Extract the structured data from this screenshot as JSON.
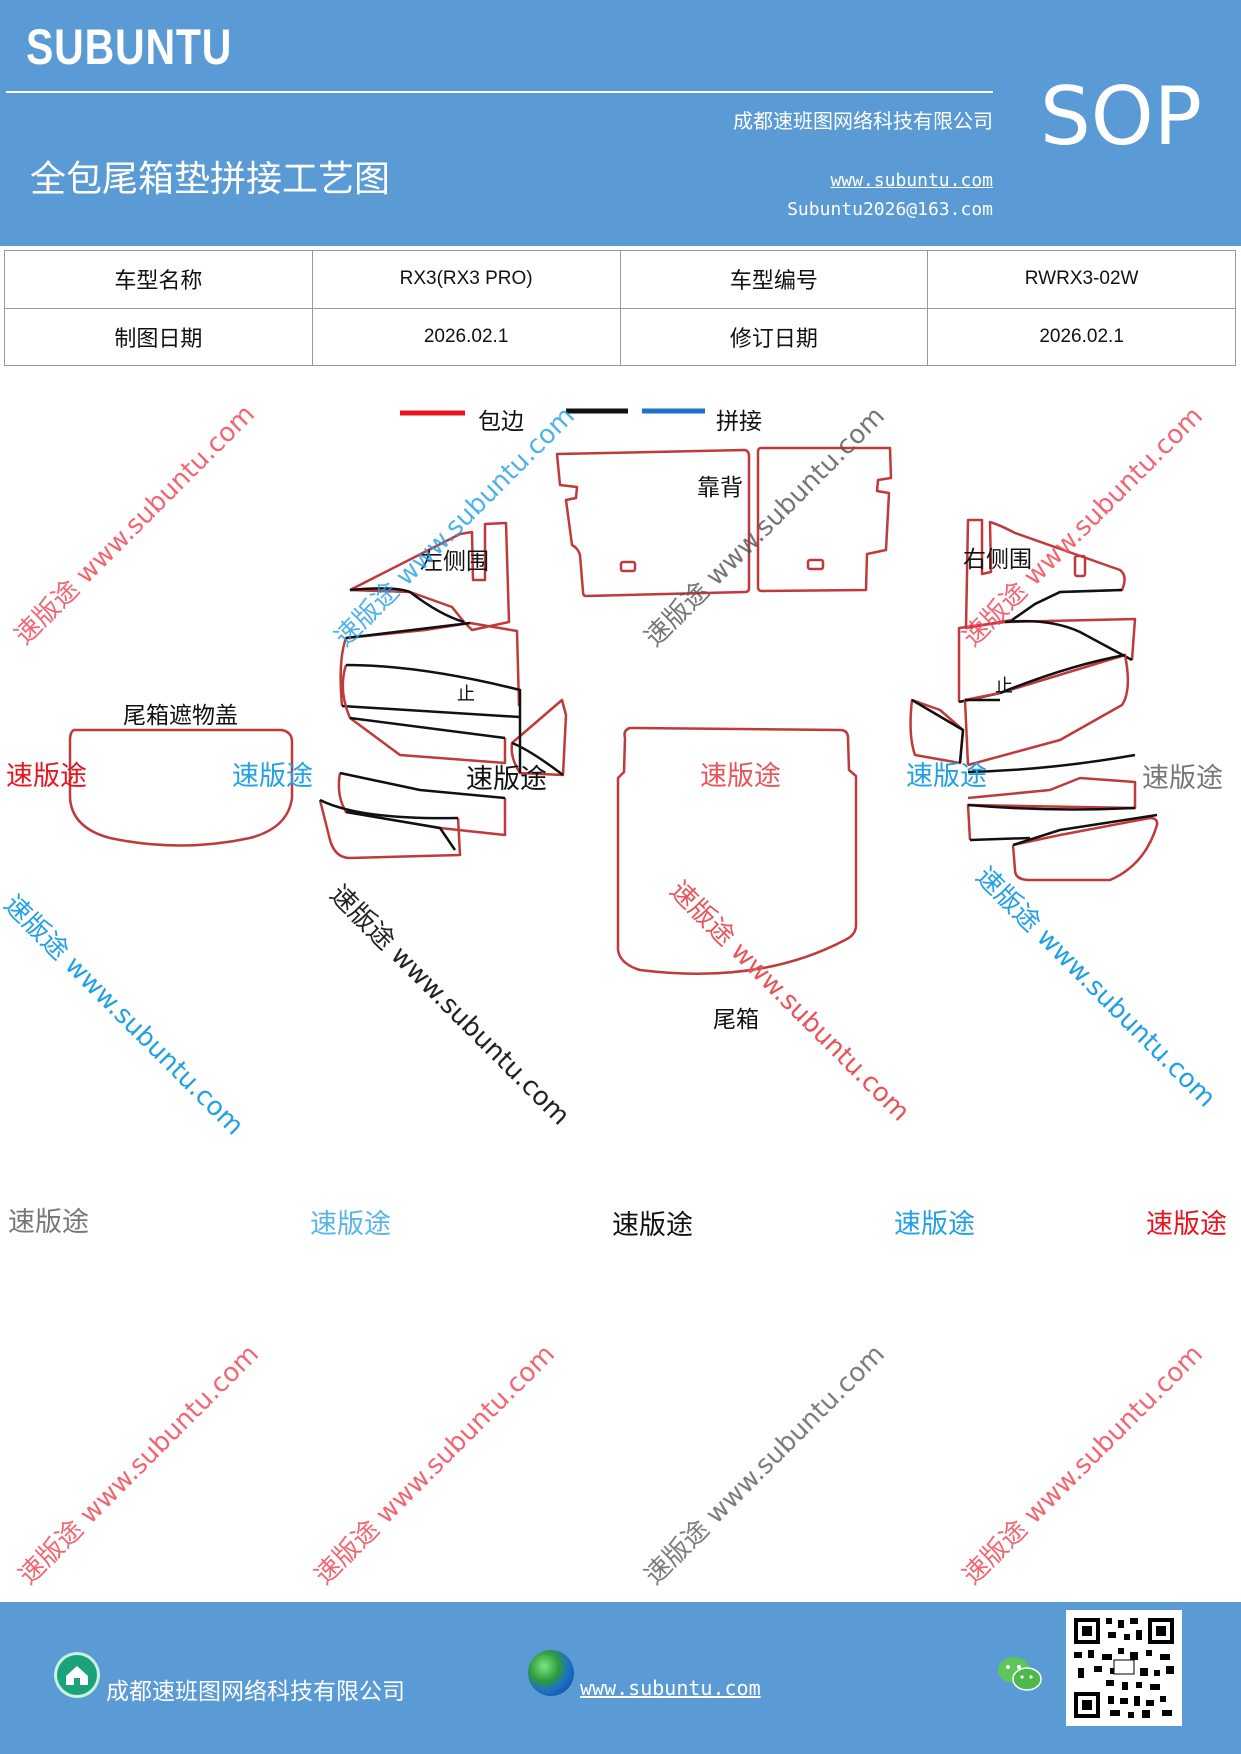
{
  "header": {
    "brand": "SUBUNTU",
    "company": "成都速班图网络科技有限公司",
    "title": "全包尾箱垫拼接工艺图",
    "website": "www.subuntu.com",
    "email": "Subuntu2026@163.com",
    "doc_type": "SOP",
    "background_color": "#5b9bd5"
  },
  "info_table": {
    "model_name_label": "车型名称",
    "model_name_value": "RX3(RX3 PRO)",
    "model_code_label": "车型编号",
    "model_code_value": "RWRX3-02W",
    "draw_date_label": "制图日期",
    "draw_date_value": "2026.02.1",
    "revise_date_label": "修订日期",
    "revise_date_value": "2026.02.1"
  },
  "legend": {
    "items": [
      {
        "label": "包边",
        "color": "#e8141e"
      },
      {
        "label": "",
        "color": "#111111"
      },
      {
        "label": "拼接",
        "color": "#1a73c8"
      }
    ]
  },
  "parts": {
    "backrest": "靠背",
    "left_side": "左侧围",
    "right_side": "右侧围",
    "cargo_cover": "尾箱遮物盖",
    "trunk": "尾箱",
    "mark_left": "止",
    "mark_right": "止"
  },
  "watermark": {
    "brand_cn": "速版途",
    "url": "www.subuntu.com",
    "diagonal_red": "速版途 www.subuntu.com",
    "label_colors": [
      "#e8141e",
      "#22a0e6",
      "#111111",
      "#777777"
    ]
  },
  "footer": {
    "company": "成都速班图网络科技有限公司",
    "website": "www.subuntu.com",
    "home_icon": "home-icon",
    "globe_icon": "globe-icon",
    "wechat_icon": "wechat-icon",
    "qr_icon": "qr-code"
  }
}
